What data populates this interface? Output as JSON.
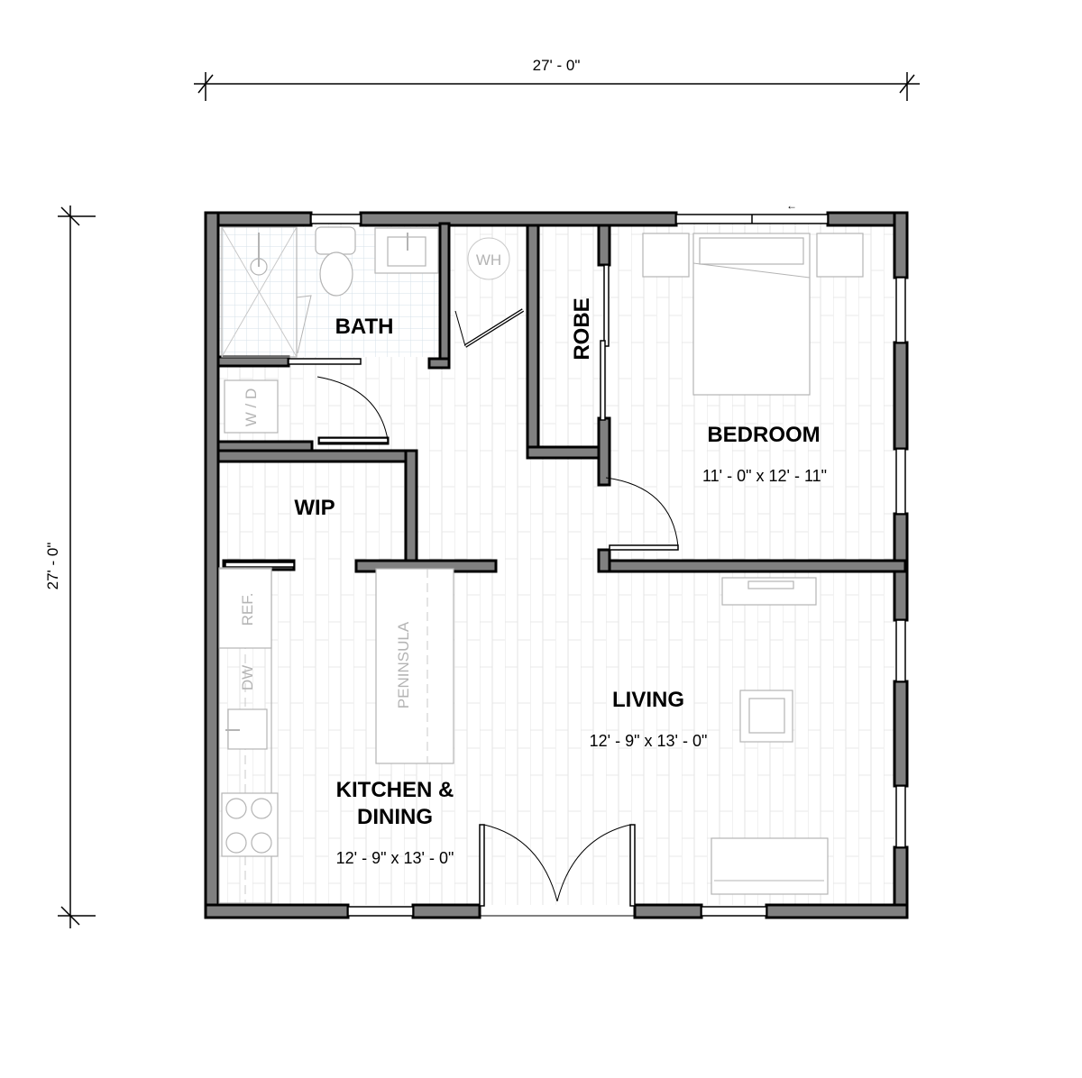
{
  "dimensions": {
    "width": "27' - 0\"",
    "height": "27' - 0\""
  },
  "rooms": {
    "bath": {
      "label": "BATH"
    },
    "robe": {
      "label": "ROBE"
    },
    "bedroom": {
      "label": "BEDROOM",
      "size": "11' - 0\" x 12' - 11\""
    },
    "wip": {
      "label": "WIP"
    },
    "kitchen": {
      "label_line1": "KITCHEN &",
      "label_line2": "DINING",
      "size": "12' - 9\" x 13' - 0\""
    },
    "living": {
      "label": "LIVING",
      "size": "12' - 9\" x 13' - 0\""
    }
  },
  "fixtures": {
    "water_heater": "WH",
    "washer_dryer": "W / D",
    "refrigerator": "REF.",
    "dishwasher": "DW",
    "peninsula": "PENINSULA"
  },
  "colors": {
    "wall_fill": "#808080",
    "wall_outline": "#000000",
    "floor_grid": "#e6e6e6",
    "fixture_stroke": "#b4b4b4",
    "bath_tile": "#dfe6ee"
  }
}
